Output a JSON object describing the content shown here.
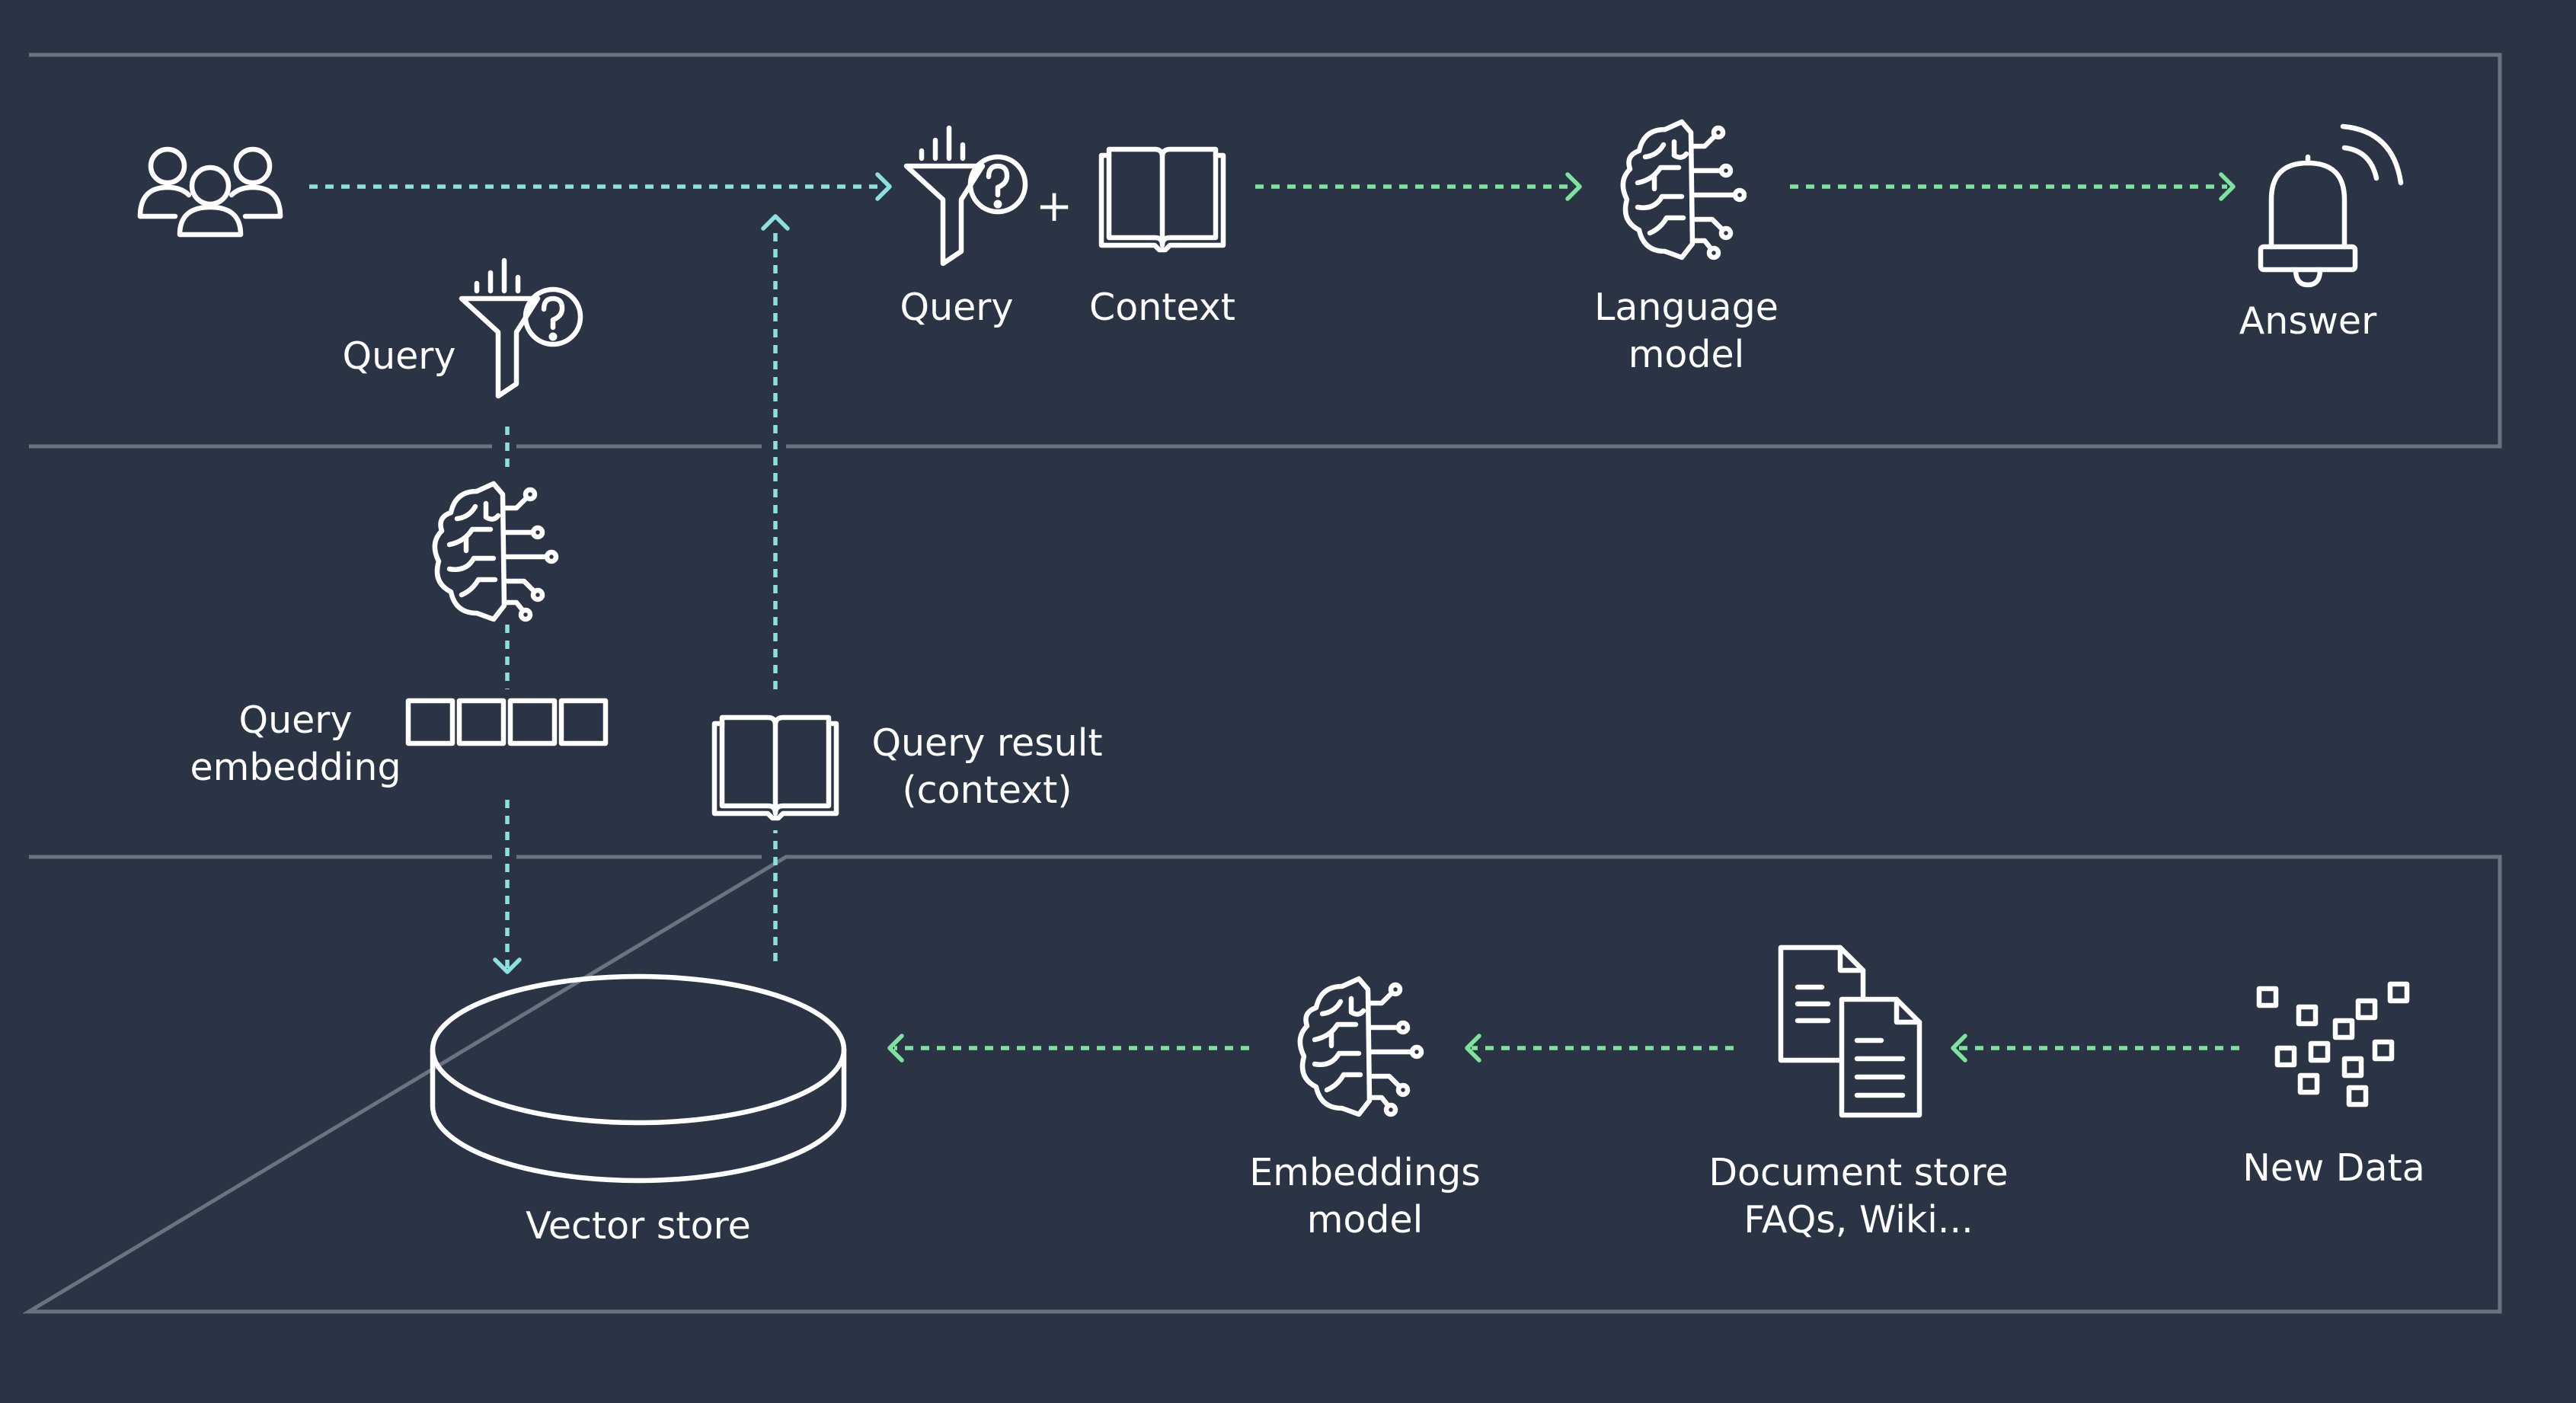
{
  "labels": {
    "query_top": "Query",
    "context": "Context",
    "language_model": [
      "Language",
      "model"
    ],
    "answer": "Answer",
    "query_left": "Query",
    "query_embedding": [
      "Query",
      "embedding"
    ],
    "query_result": [
      "Query result",
      "(context)"
    ],
    "vector_store": "Vector store",
    "embeddings_model": [
      "Embeddings",
      "model"
    ],
    "document_store": [
      "Document store",
      "FAQs, Wiki..."
    ],
    "new_data": "New Data",
    "plus": "+"
  },
  "colors": {
    "background": "#2a3445",
    "frame": "#6b7380",
    "flow_green": "#7fe3a0",
    "flow_cyan": "#8de0e0",
    "text": "#ffffff"
  },
  "icons": {
    "users": "users-icon",
    "query_funnel": "funnel-question-icon",
    "context_book": "open-book-icon",
    "brain": "brain-circuit-icon",
    "answer_bell": "bell-icon",
    "embedding_vector": "vector-cells-icon",
    "vector_store": "database-disk-icon",
    "documents": "documents-icon",
    "new_data": "data-points-icon"
  }
}
